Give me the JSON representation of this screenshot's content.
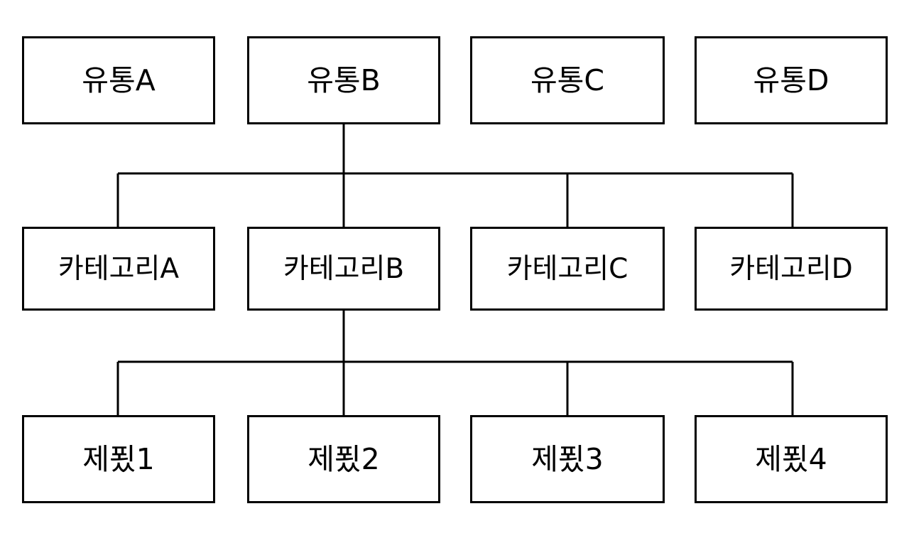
{
  "diagram": {
    "type": "hierarchy-tree",
    "orientation": "top-down",
    "background_color": "#ffffff",
    "line_color": "#000000",
    "text_color": "#000000",
    "levels": [
      {
        "level_name": "distribution",
        "nodes": [
          {
            "id": "dist-a",
            "label": "유통A"
          },
          {
            "id": "dist-b",
            "label": "유통B"
          },
          {
            "id": "dist-c",
            "label": "유통C"
          },
          {
            "id": "dist-d",
            "label": "유통D"
          }
        ]
      },
      {
        "level_name": "category",
        "nodes": [
          {
            "id": "cat-a",
            "label": "카테고리A"
          },
          {
            "id": "cat-b",
            "label": "카테고리B"
          },
          {
            "id": "cat-c",
            "label": "카테고리C"
          },
          {
            "id": "cat-d",
            "label": "카테고리D"
          }
        ]
      },
      {
        "level_name": "product",
        "nodes": [
          {
            "id": "prod-1",
            "label": "제푔1"
          },
          {
            "id": "prod-2",
            "label": "제푔2"
          },
          {
            "id": "prod-3",
            "label": "제푔3"
          },
          {
            "id": "prod-4",
            "label": "제푔4"
          }
        ]
      }
    ],
    "edges": [
      {
        "from": "dist-b",
        "to": "cat-a"
      },
      {
        "from": "dist-b",
        "to": "cat-b"
      },
      {
        "from": "dist-b",
        "to": "cat-c"
      },
      {
        "from": "dist-b",
        "to": "cat-d"
      },
      {
        "from": "cat-b",
        "to": "prod-1"
      },
      {
        "from": "cat-b",
        "to": "prod-2"
      },
      {
        "from": "cat-b",
        "to": "prod-3"
      },
      {
        "from": "cat-b",
        "to": "prod-4"
      }
    ]
  }
}
